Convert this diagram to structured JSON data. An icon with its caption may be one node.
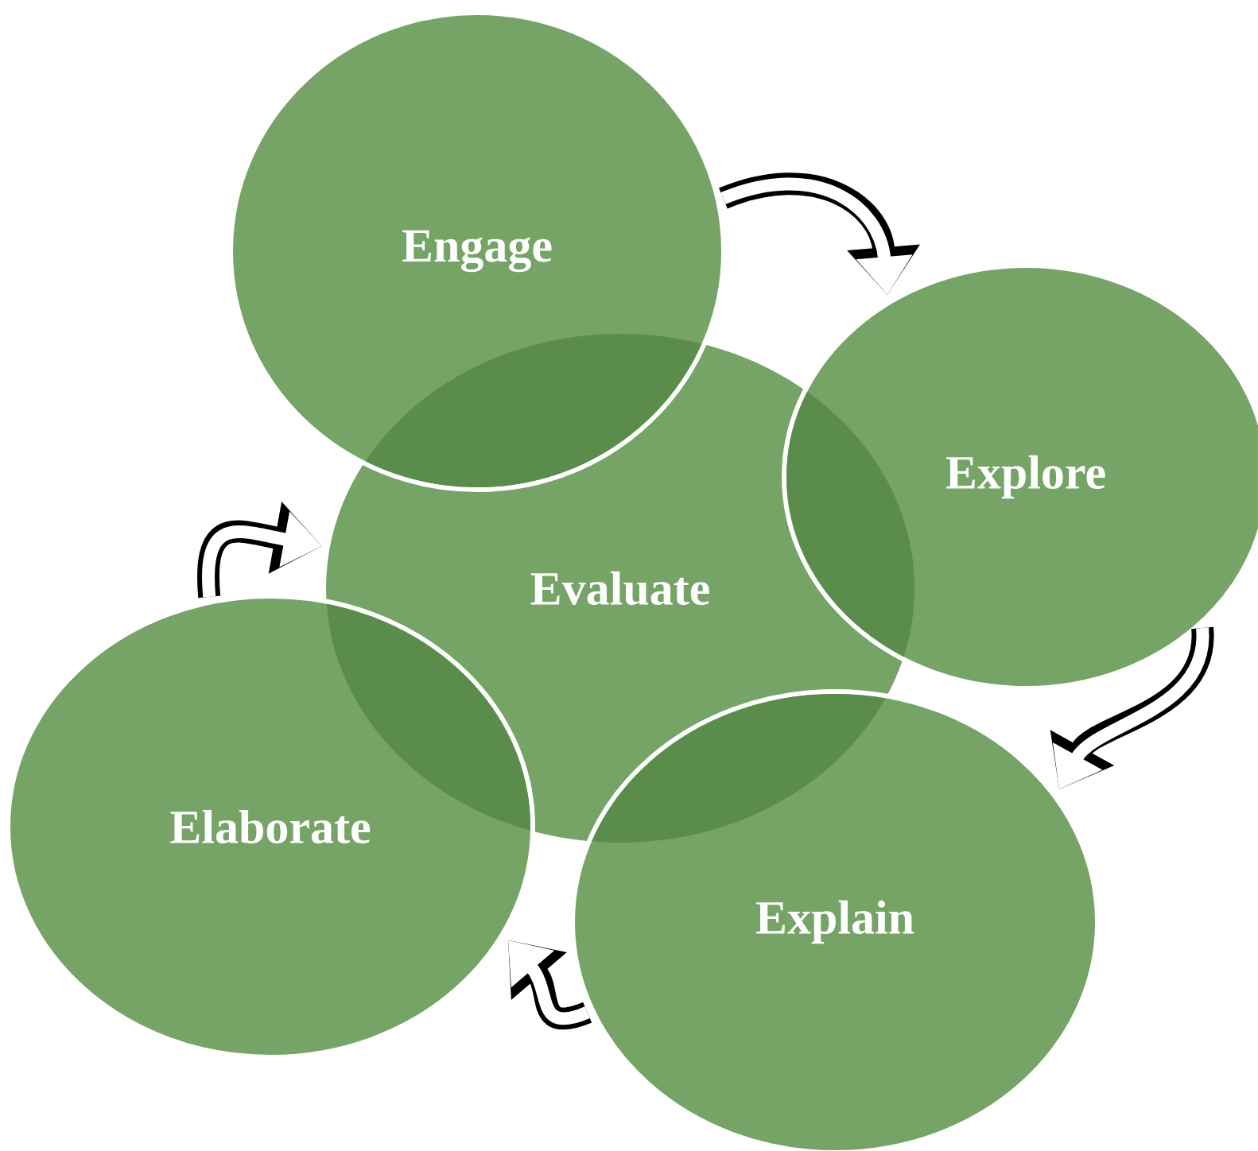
{
  "diagram": {
    "nodes": [
      {
        "text": [
          "Engage"
        ]
      },
      {
        "text": [
          "Explore"
        ]
      },
      {
        "text": [
          "Evaluate"
        ]
      },
      {
        "text": [
          "Explain"
        ]
      },
      {
        "text": [
          "Elaborate"
        ]
      }
    ],
    "edges": [
      {
        "from": 0,
        "to": 1,
        "arrow": "to"
      },
      {
        "from": 1,
        "to": 3,
        "arrow": "to"
      },
      {
        "from": 3,
        "to": 4,
        "arrow": "to"
      },
      {
        "from": 4,
        "to": 2,
        "arrow": "to"
      }
    ]
  }
}
